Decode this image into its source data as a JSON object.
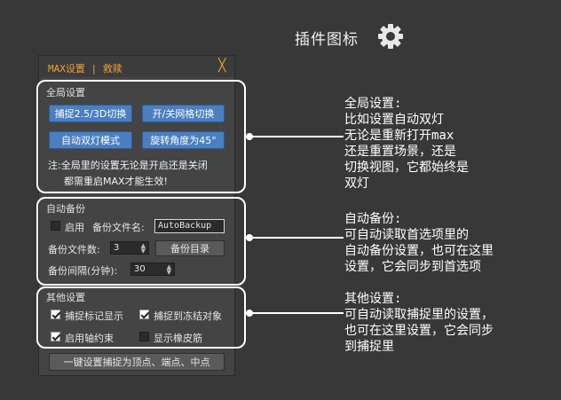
{
  "header": {
    "plugin_title": "插件图标"
  },
  "window": {
    "title": "MAX设置 | 救赎",
    "close_glyph": "╳"
  },
  "global": {
    "group_label": "全局设置",
    "btn_snap": "捕捉2.5/3D切换",
    "btn_grid": "开/关网格切换",
    "btn_lights": "自动双灯模式",
    "btn_rotate": "旋转角度为45°",
    "note_line1": "注:全局里的设置无论是开启还是关闭",
    "note_line2": "都需重启MAX才能生效!"
  },
  "backup": {
    "group_label": "自动备份",
    "enable_label": "启用",
    "filename_label": "备份文件名:",
    "filename_value": "AutoBackup",
    "count_label": "备份文件数:",
    "count_value": "3",
    "dir_button": "备份目录",
    "interval_label": "备份间隔(分钟):",
    "interval_value": "30"
  },
  "other": {
    "group_label": "其他设置",
    "snap_marker": "捕捉标记显示",
    "snap_frozen": "捕捉到冻结对象",
    "axis_constraint": "启用轴约束",
    "rubber_band": "显示橡皮筋"
  },
  "bottom_button": "一键设置捕捉为顶点、端点、中点",
  "annotations": {
    "global": "全局设置:\n比如设置自动双灯\n无论是重新打开max\n还是重置场景，还是\n切换视图，它都始终是\n双灯",
    "backup": "自动备份:\n可自动读取首选项里的\n自动备份设置，也可在这里\n设置，它会同步到首选项",
    "other": "其他设置:\n可自动读取捕捉里的设置，\n也可在这里设置，它会同步\n到捕捉里"
  },
  "checkbox_states": {
    "enable": false,
    "snap_marker": true,
    "snap_frozen": true,
    "axis_constraint": true,
    "rubber_band": false
  },
  "icons": [
    "gear-icon",
    "close-icon"
  ]
}
